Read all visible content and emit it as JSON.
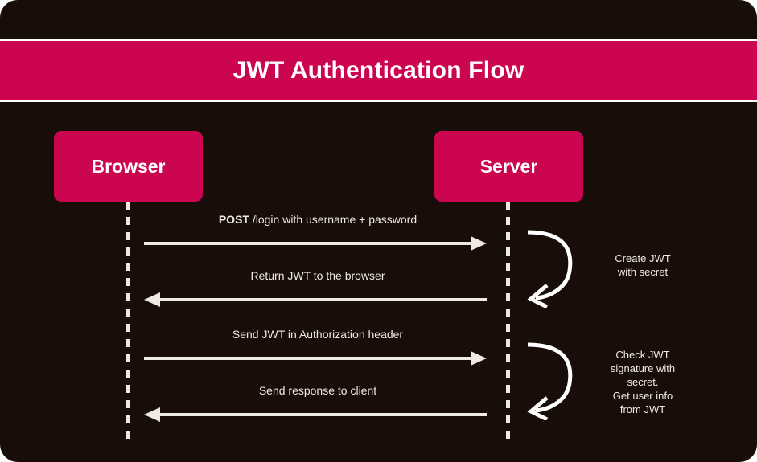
{
  "diagram": {
    "title": "JWT Authentication Flow",
    "background_color": "#180D08",
    "accent_color": "#CB0550",
    "line_color": "#EFE9E4",
    "participants": [
      {
        "id": "browser",
        "label": "Browser"
      },
      {
        "id": "server",
        "label": "Server"
      }
    ],
    "messages": [
      {
        "id": "msg-1",
        "label_bold": "POST",
        "label_rest": " /login with username + password",
        "direction": "right",
        "from": "browser",
        "to": "server"
      },
      {
        "id": "msg-2",
        "label_bold": "",
        "label_rest": "Return JWT to the browser",
        "direction": "left",
        "from": "server",
        "to": "browser"
      },
      {
        "id": "msg-3",
        "label_bold": "",
        "label_rest": "Send JWT in Authorization header",
        "direction": "right",
        "from": "browser",
        "to": "server"
      },
      {
        "id": "msg-4",
        "label_bold": "",
        "label_rest": "Send response to client",
        "direction": "left",
        "from": "server",
        "to": "browser"
      }
    ],
    "self_actions": [
      {
        "id": "loop-1",
        "on": "server",
        "lines": [
          "Create JWT",
          "with secret"
        ]
      },
      {
        "id": "loop-2",
        "on": "server",
        "lines": [
          "Check JWT",
          "signature with",
          "secret.",
          "Get user info",
          "from JWT"
        ]
      }
    ]
  }
}
